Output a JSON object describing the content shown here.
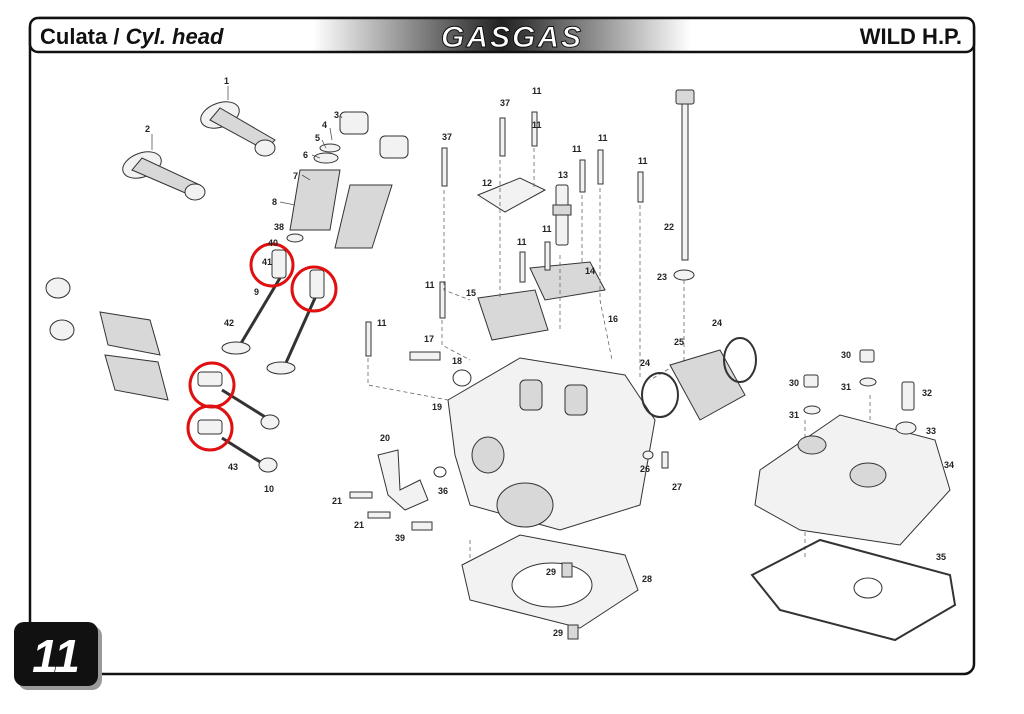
{
  "header": {
    "title_es": "Culata",
    "separator": " / ",
    "title_en": "Cyl. head",
    "brand": "GASGAS",
    "model": "WILD H.P."
  },
  "page_number": "11",
  "colors": {
    "frame": "#111111",
    "highlight_circle": "#e01010",
    "badge_bg": "#111111",
    "badge_text": "#ffffff"
  },
  "callouts": {
    "c1": "1",
    "c2": "2",
    "c3": "3",
    "c4": "4",
    "c5": "5",
    "c6": "6",
    "c7": "7",
    "c8": "8",
    "c9": "9",
    "c10": "10",
    "c11a": "11",
    "c11b": "11",
    "c11c": "11",
    "c11d": "11",
    "c11e": "11",
    "c11f": "11",
    "c11g": "11",
    "c11h": "11",
    "c11i": "11",
    "c12": "12",
    "c13": "13",
    "c14": "14",
    "c15": "15",
    "c16": "16",
    "c17": "17",
    "c18": "18",
    "c19": "19",
    "c20": "20",
    "c21a": "21",
    "c21b": "21",
    "c22": "22",
    "c23": "23",
    "c24a": "24",
    "c24b": "24",
    "c25": "25",
    "c26": "26",
    "c27": "27",
    "c28": "28",
    "c29a": "29",
    "c29b": "29",
    "c30a": "30",
    "c30b": "30",
    "c31a": "31",
    "c31b": "31",
    "c32": "32",
    "c33": "33",
    "c34": "34",
    "c35": "35",
    "c36": "36",
    "c37a": "37",
    "c37b": "37",
    "c38": "38",
    "c39": "39",
    "c40": "40",
    "c41": "41",
    "c42": "42",
    "c43": "43"
  }
}
